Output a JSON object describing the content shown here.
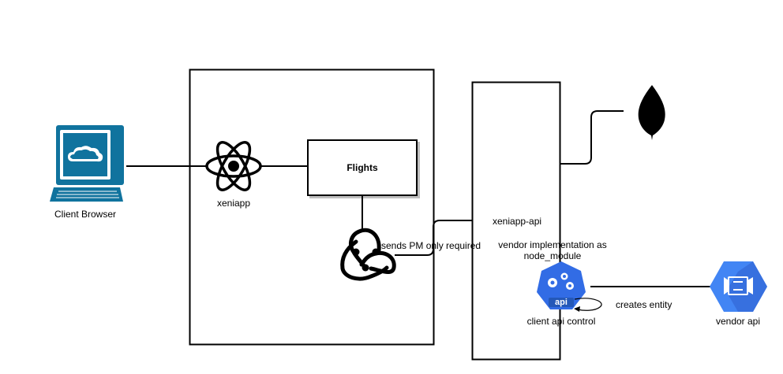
{
  "nodes": {
    "client_browser": {
      "label": "Client Browser",
      "icon": "computer-monitor-icon"
    },
    "xeniapp": {
      "label": "xeniapp",
      "icon": "react-atom-icon"
    },
    "flights": {
      "label": "Flights"
    },
    "redux": {
      "icon": "redux-icon"
    },
    "xeniapp_api": {
      "label": "xeniapp-api"
    },
    "mongodb": {
      "icon": "mongodb-leaf-icon"
    },
    "client_api_control": {
      "label": "client api control",
      "icon_text": "api",
      "icon": "kubernetes-api-icon"
    },
    "vendor_api": {
      "label": "vendor api",
      "icon": "cloud-endpoints-icon"
    }
  },
  "edges": {
    "sends_pm": "sends PM only required",
    "vendor_impl_line1": "vendor implementation as",
    "vendor_impl_line2": "node_module",
    "creates_entity": "creates entity"
  },
  "colors": {
    "monitor_blue": "#10739E",
    "gcp_blue": "#4285F4",
    "line": "#000000"
  }
}
